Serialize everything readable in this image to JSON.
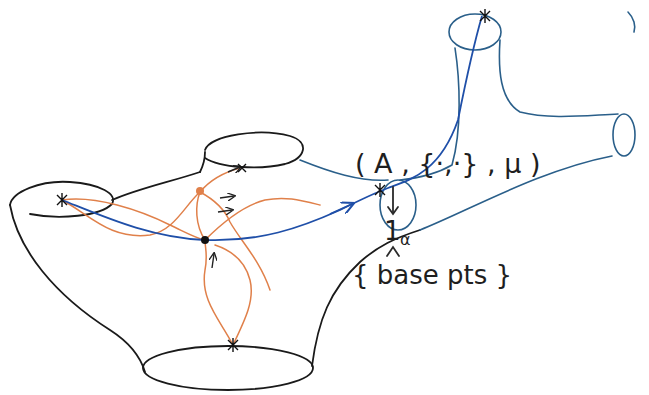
{
  "diagram": {
    "labels": [
      "( A , {·,·} , μ )",
      "1",
      "α",
      "{ base pts }"
    ]
  }
}
